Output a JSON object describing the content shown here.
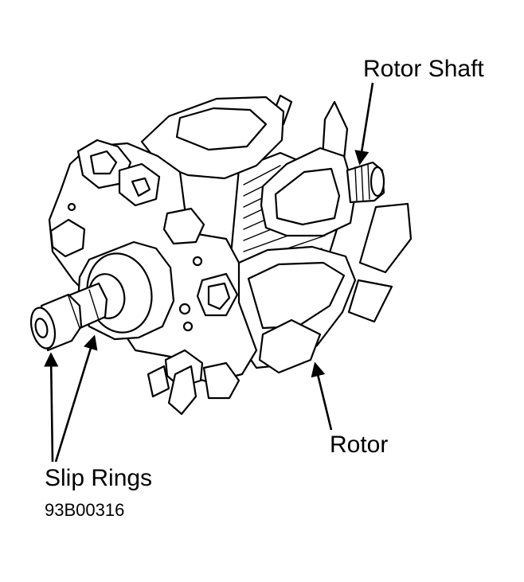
{
  "labels": {
    "rotor_shaft": "Rotor Shaft",
    "rotor": "Rotor",
    "slip_rings": "Slip Rings",
    "figure_code": "93B00316"
  },
  "colors": {
    "background": "#ffffff",
    "ink": "#000000"
  }
}
